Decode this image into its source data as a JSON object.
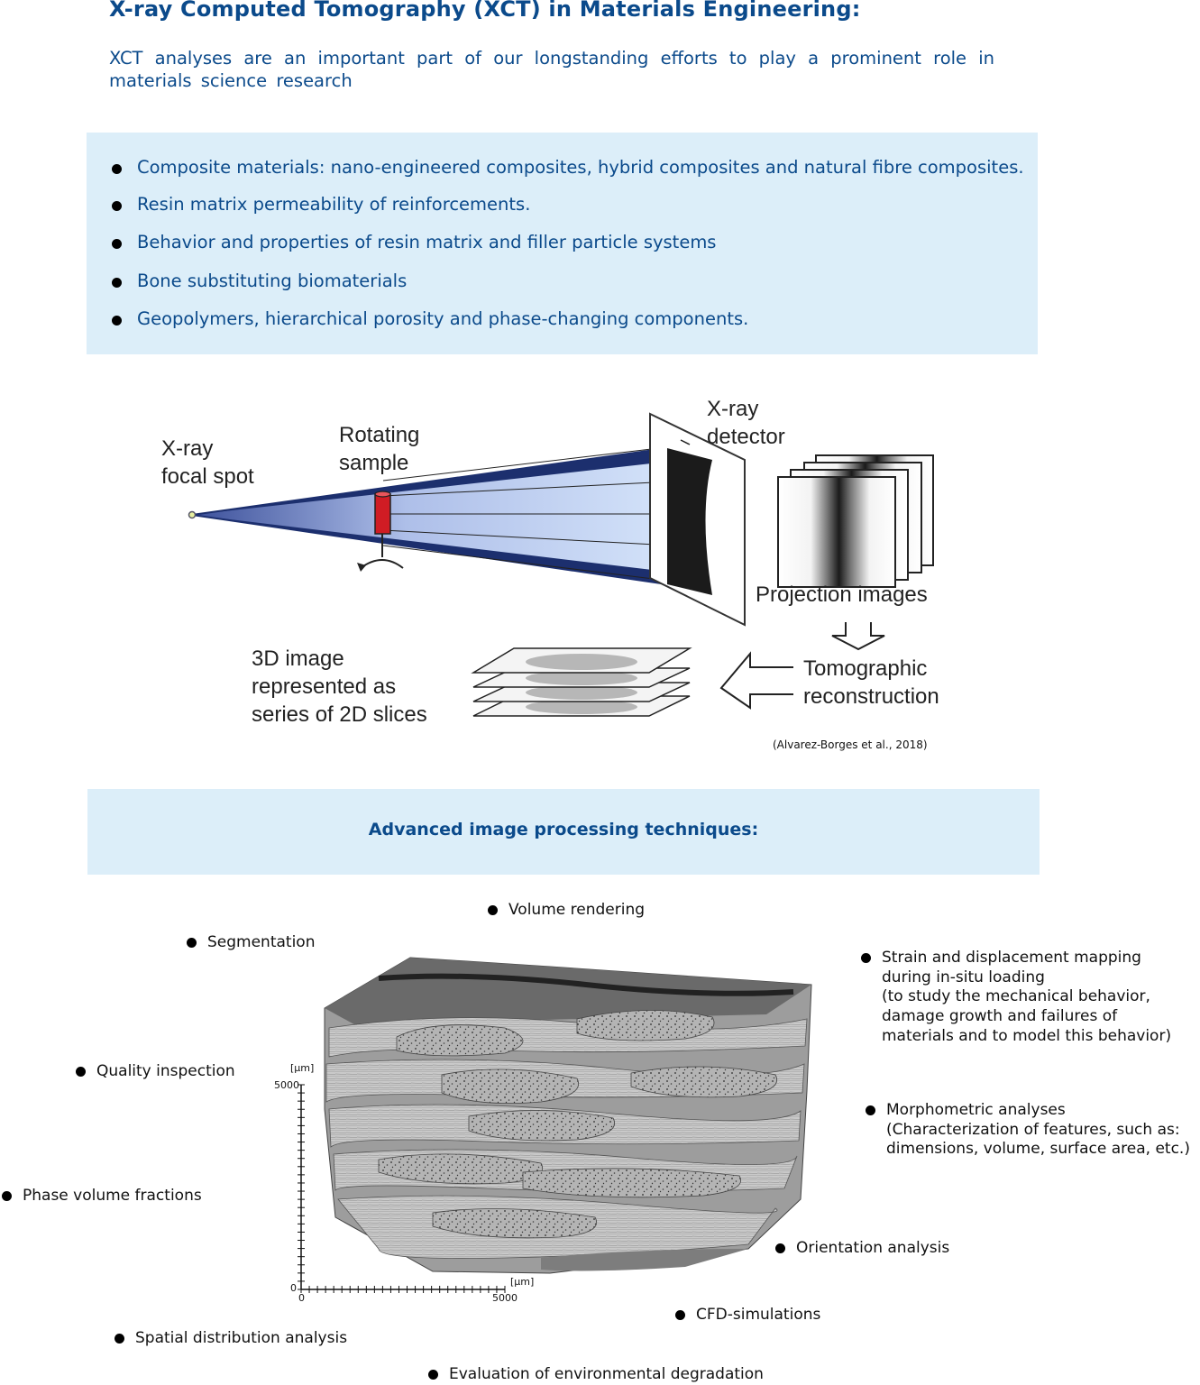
{
  "page": {
    "title": "X-ray Computed Tomography (XCT) in Materials Engineering:",
    "intro": "XCT analyses are an important part of our longstanding efforts to play a prominent role in materials science research"
  },
  "topics": [
    "Composite materials: nano-engineered composites, hybrid composites and natural fibre composites.",
    "Resin matrix permeability of reinforcements.",
    "Behavior and properties of resin matrix and filler particle systems",
    "Bone substituting biomaterials",
    "Geopolymers, hierarchical porosity and phase-changing components."
  ],
  "diagram": {
    "focal_spot": [
      "X-ray",
      "focal spot"
    ],
    "sample": [
      "Rotating",
      "sample"
    ],
    "detector": [
      "X-ray",
      "detector"
    ],
    "projection": "Projection images",
    "reconstruction": [
      "Tomographic",
      "reconstruction"
    ],
    "image3d": [
      "3D image",
      "represented as",
      "series of 2D slices"
    ],
    "citation": "(Alvarez-Borges et al., 2018)"
  },
  "techniques_heading": "Advanced image processing techniques:",
  "techniques": {
    "volume_rendering": "Volume rendering",
    "segmentation": "Segmentation",
    "strain": [
      "Strain and displacement mapping",
      "during in-situ loading",
      "(to study the mechanical behavior,",
      "damage growth and failures of",
      "materials and to model this behavior)"
    ],
    "quality": "Quality inspection",
    "morphometric": [
      "Morphometric analyses",
      "(Characterization of features, such as:",
      "dimensions, volume, surface area, etc.)"
    ],
    "phase": "Phase volume fractions",
    "orientation": "Orientation analysis",
    "cfd": "CFD-simulations",
    "spatial": "Spatial distribution analysis",
    "environmental": "Evaluation of environmental degradation"
  },
  "axes": {
    "unit": "[µm]",
    "y_max": "5000",
    "y_zero": "0",
    "x_zero": "0",
    "x_max": "5000"
  },
  "colors": {
    "heading_blue": "#0b4a8b",
    "box_background": "#dceef9",
    "beam_dark": "#1c2f6e",
    "beam_light": "#cfe0f7",
    "sample_red": "#d01c24"
  }
}
